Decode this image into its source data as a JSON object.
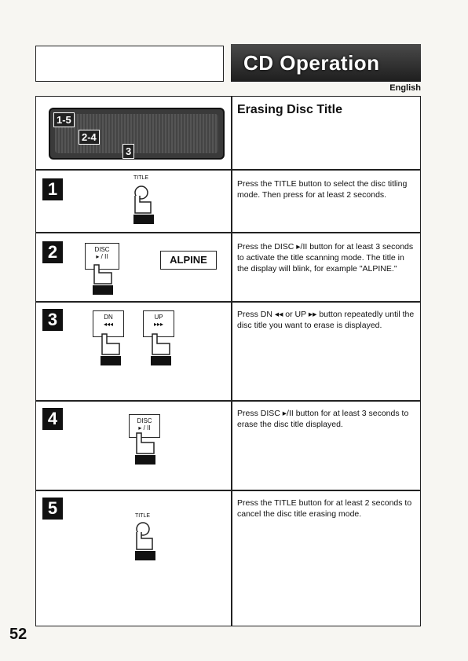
{
  "banner": {
    "title": "CD Operation"
  },
  "language": "English",
  "section_title": "Erasing Disc Title",
  "device_callouts": [
    "1-5",
    "2-4",
    "3"
  ],
  "steps": [
    {
      "num": "1",
      "text": "Press the TITLE button to select the disc titling mode. Then press for at least 2 seconds.",
      "btn": "TITLE"
    },
    {
      "num": "2",
      "text": "Press the DISC ▸/II button for at least 3 seconds to activate the title scanning mode. The title in the display will blink, for example \"ALPINE.\"",
      "btn": "DISC",
      "btn_sub": "▸ / II",
      "display": "ALPINE"
    },
    {
      "num": "3",
      "text": "Press DN ◂◂ or UP ▸▸ button repeatedly until the disc title you want to erase is displayed.",
      "btn_dn": "DN",
      "btn_dn_sub": "◂◂◂",
      "btn_up": "UP",
      "btn_up_sub": "▸▸▸"
    },
    {
      "num": "4",
      "text": "Press DISC ▸/II button for at least 3 seconds to erase the disc title displayed.",
      "btn": "DISC",
      "btn_sub": "▸ / II"
    },
    {
      "num": "5",
      "text": "Press the TITLE button for at least 2 seconds to cancel the disc title erasing mode.",
      "btn": "TITLE"
    }
  ],
  "page_number": "52"
}
